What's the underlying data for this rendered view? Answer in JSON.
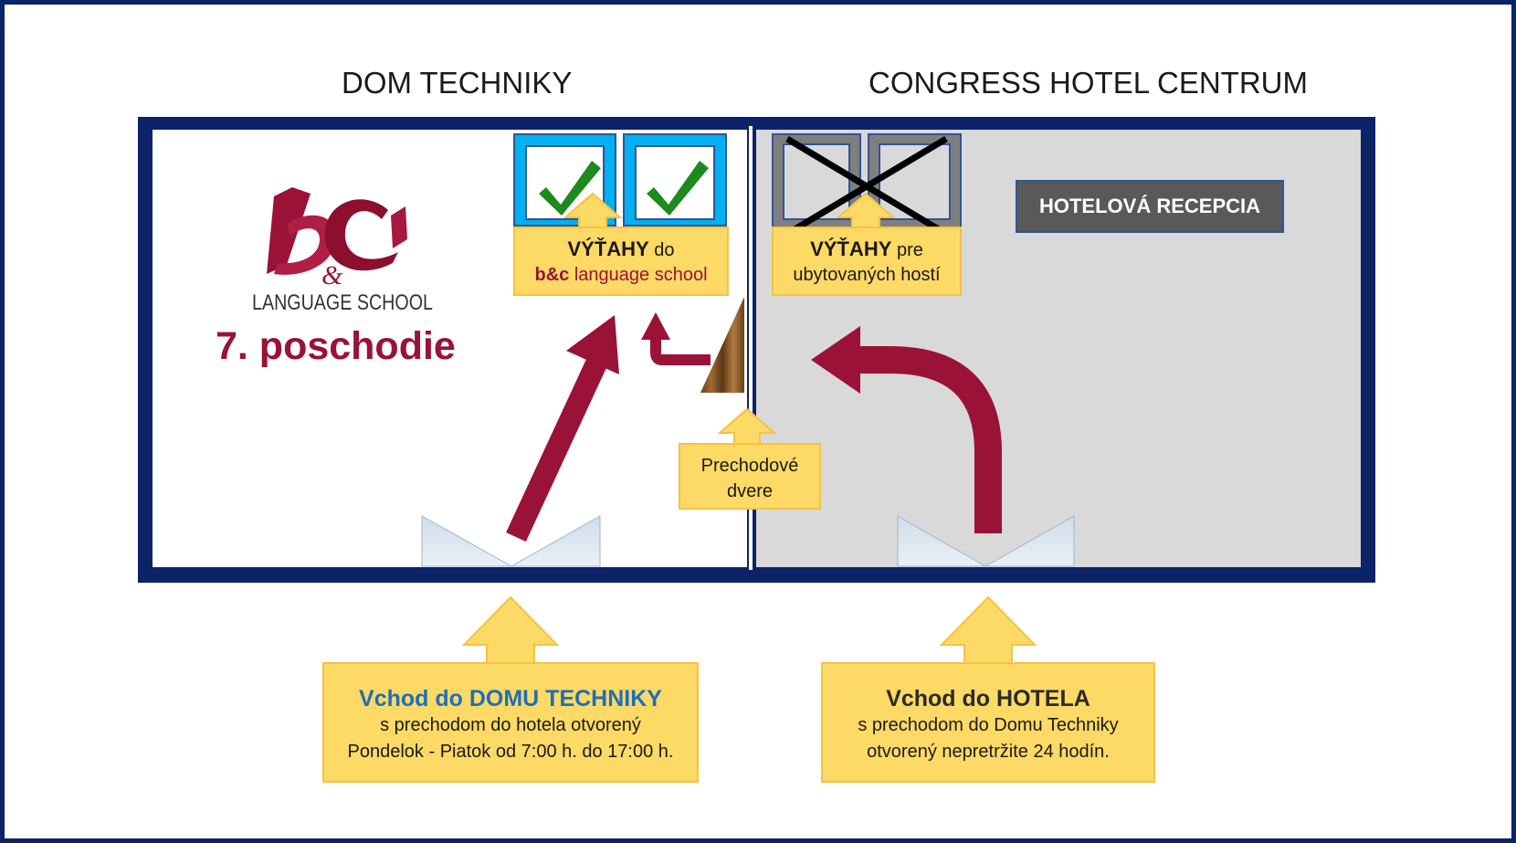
{
  "headings": {
    "left": "DOM TECHNIKY",
    "right": "CONGRESS HOTEL CENTRUM"
  },
  "logo": {
    "mark_letters": "b&c",
    "subtitle": "LANGUAGE SCHOOL"
  },
  "floor_label": "7. poschodie",
  "elevators_school": {
    "title": "VÝŤAHY",
    "title_suffix": " do",
    "brand": "b&c",
    "brand_suffix": " language school",
    "status_icon": "checkmark-icon"
  },
  "elevators_hotel": {
    "title": "VÝŤAHY",
    "title_suffix": " pre",
    "line2": "ubytovaných hostí",
    "status_icon": "cross-icon"
  },
  "reception": "HOTELOVÁ RECEPCIA",
  "door": {
    "line1": "Prechodové",
    "line2": "dvere"
  },
  "entrance_dom_techniky": {
    "title": "Vchod do DOMU TECHNIKY",
    "line2": "s prechodom do hotela otvorený",
    "line3": "Pondelok - Piatok od 7:00 h. do 17:00 h."
  },
  "entrance_hotel": {
    "title": "Vchod do HOTELA",
    "line2": "s prechodom do Domu Techniky",
    "line3": "otvorený nepretržite 24 hodín."
  },
  "colors": {
    "frame": "#0d2367",
    "arrow": "#9a1237",
    "callout": "#fdd966",
    "elevator_ok": "#00b0f0",
    "elevator_blocked": "#7f7f7f",
    "check": "#1e8a1e",
    "brand_title": "#1e6fb8"
  }
}
